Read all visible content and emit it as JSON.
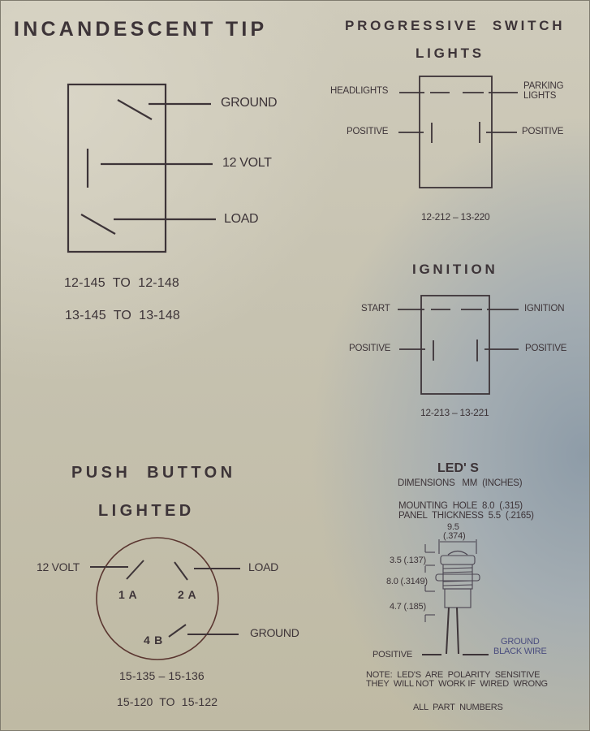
{
  "incandescent_tip": {
    "title": "INCANDESCENT TIP",
    "terminals": [
      "GROUND",
      "12 VOLT",
      "LOAD"
    ],
    "part_numbers": [
      "12-145  TO  12-148",
      "13-145  TO  13-148"
    ]
  },
  "progressive_switch": {
    "title_line1": "PROGRESSIVE  SWITCH",
    "title_line2": "LIGHTS",
    "left_top": "HEADLIGHTS",
    "right_top_line1": "PARKING",
    "right_top_line2": "LIGHTS",
    "left_bottom": "POSITIVE",
    "right_bottom": "POSITIVE",
    "part_numbers": "12-212 – 13-220"
  },
  "ignition": {
    "title": "IGNITION",
    "left_top": "START",
    "right_top": "IGNITION",
    "left_bottom": "POSITIVE",
    "right_bottom": "POSITIVE",
    "part_numbers": "12-213 – 13-221"
  },
  "push_button": {
    "title_line1": "PUSH  BUTTON",
    "title_line2": "LIGHTED",
    "terminal_left": "12 VOLT",
    "terminal_right": "LOAD",
    "terminal_ground": "GROUND",
    "pin_1a": "1 A",
    "pin_2a": "2 A",
    "pin_4b": "4 B",
    "part_numbers": [
      "15-135 – 15-136",
      "15-120  TO  15-122"
    ]
  },
  "leds": {
    "title": "LED' S",
    "dimensions_header": "DIMENSIONS   MM  (INCHES)",
    "mounting_hole": "MOUNTING  HOLE  8.0  (.315)",
    "panel_thickness": "PANEL  THICKNESS  5.5  (.2165)",
    "dim_width": "9.5",
    "dim_width_in": "(.374)",
    "dim_cap": "3.5 (.137)",
    "dim_thread": "8.0 (.3149)",
    "dim_base": "4.7 (.185)",
    "positive": "POSITIVE",
    "ground_line1": "GROUND",
    "ground_line2": "BLACK WIRE",
    "note_line1": "NOTE:  LED'S  ARE  POLARITY  SENSITIVE",
    "note_line2": "THEY  WILL NOT  WORK IF  WIRED  WRONG",
    "footer": "ALL  PART  NUMBERS"
  },
  "colors": {
    "ink": "#3d3438",
    "paper": "#cfcbbb",
    "shadow_blue": "#8e9ca8",
    "blue_ink": "#4a4d7e"
  }
}
